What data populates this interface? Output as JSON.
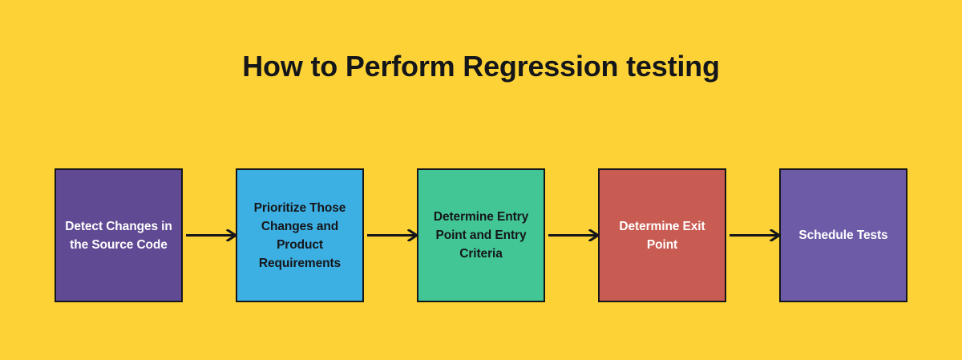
{
  "page": {
    "title": "How to Perform Regression testing",
    "background_color": "#fdd236",
    "title_color": "#15161a"
  },
  "flow": {
    "orientation": "horizontal",
    "connector_icon": "arrow-right-icon",
    "connector_color": "#15161a",
    "border_color": "#15161a",
    "steps": [
      {
        "index": 1,
        "label": "Detect Changes in the Source Code",
        "fill": "#604a93",
        "text_color": "#ffffff"
      },
      {
        "index": 2,
        "label": "Prioritize Those Changes and Product Requirements",
        "fill": "#3db0e3",
        "text_color": "#15161a"
      },
      {
        "index": 3,
        "label": "Determine Entry Point and Entry Criteria",
        "fill": "#42c695",
        "text_color": "#15161a"
      },
      {
        "index": 4,
        "label": "Determine Exit Point",
        "fill": "#c95c52",
        "text_color": "#ffffff"
      },
      {
        "index": 5,
        "label": "Schedule Tests",
        "fill": "#6d5ba8",
        "text_color": "#ffffff"
      }
    ]
  }
}
